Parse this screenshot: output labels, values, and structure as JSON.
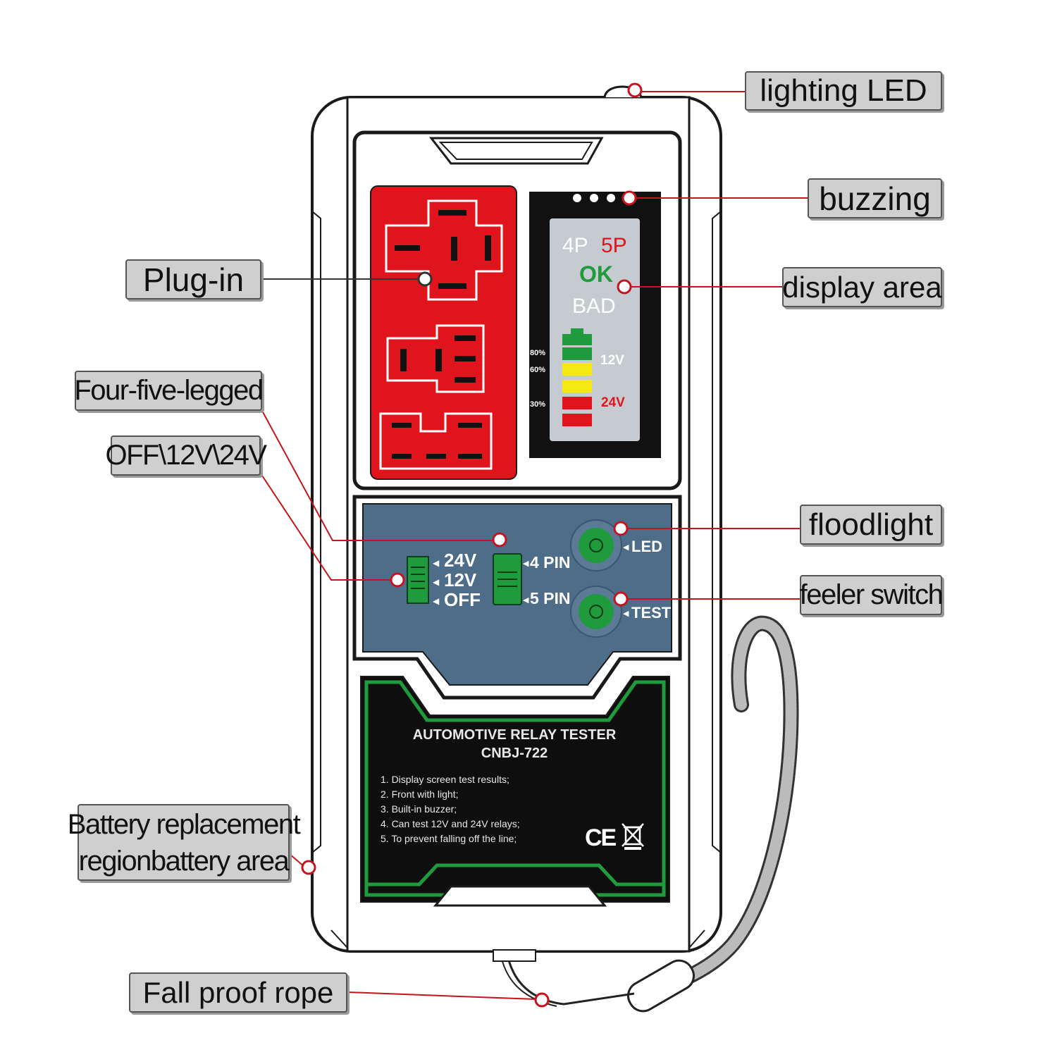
{
  "callouts": {
    "lighting_led": "lighting LED",
    "buzzing": "buzzing",
    "display_area": "display area",
    "plug_in": "Plug-in",
    "four_five_legged": "Four-five-legged",
    "voltage_switch": "OFF\\12V\\24V",
    "floodlight": "floodlight",
    "feeler_switch": "feeler switch",
    "battery_line1": "Battery replacement",
    "battery_line2": "regionbattery area",
    "fall_proof_rope": "Fall proof rope"
  },
  "display": {
    "label_4p": "4P",
    "label_5p": "5P",
    "ok": "OK",
    "bad": "BAD",
    "pct_80": "80%",
    "pct_60": "60%",
    "pct_30": "30%",
    "label_12v": "12V",
    "label_24v": "24V"
  },
  "controls": {
    "sw_24v": "24V",
    "sw_12v": "12V",
    "sw_off": "OFF",
    "pin4": "4 PIN",
    "pin5": "5 PIN",
    "led": "LED",
    "test": "TEST"
  },
  "plate": {
    "title_line1": "AUTOMOTIVE RELAY TESTER",
    "title_line2": "CNBJ-722",
    "features": [
      "1. Display screen test results;",
      "2. Front with light;",
      "3. Built-in buzzer;",
      "4. Can test 12V and 24V relays;",
      "5. To prevent falling off the line;"
    ],
    "ce_mark": "CE"
  },
  "colors": {
    "socket_red": "#e0141c",
    "panel_blue": "#4e6d89",
    "accent_green": "#1f9a3c",
    "bar_yellow": "#f4ea12",
    "leader_red": "#c4141e",
    "callout_gray": "#cfcfcf"
  }
}
